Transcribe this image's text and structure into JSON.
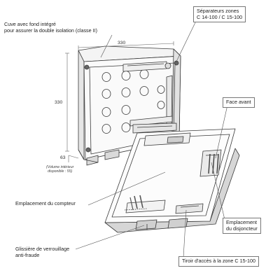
{
  "labels": {
    "cuve_line1": "Cuve avec fond  intégré",
    "cuve_line2": "pour assurer la double isolation (classe II)",
    "separateurs_line1": "Séparateurs zones",
    "separateurs_line2": "C 14-100 / C 15-100",
    "face_avant": "Face avant",
    "emplacement_compteur": "Emplacement du compteur",
    "emplacement_disjoncteur_line1": "Emplacement",
    "emplacement_disjoncteur_line2": "du disjoncteur",
    "glissiere_line1": "Glissière de verrouillage",
    "glissiere_line2": "anti-fraude",
    "tiroir": "Tiroir d'accès à la zone C 15-100"
  },
  "dimensions": {
    "width": "330",
    "height": "330",
    "depth": "63",
    "volume_line1": "(Volume intérieur",
    "volume_line2": "disponible : 55)"
  },
  "colors": {
    "line": "#3a3a3a",
    "box_fill": "#fdfdfd",
    "shade": "#d9d9d9",
    "dark": "#555555"
  }
}
